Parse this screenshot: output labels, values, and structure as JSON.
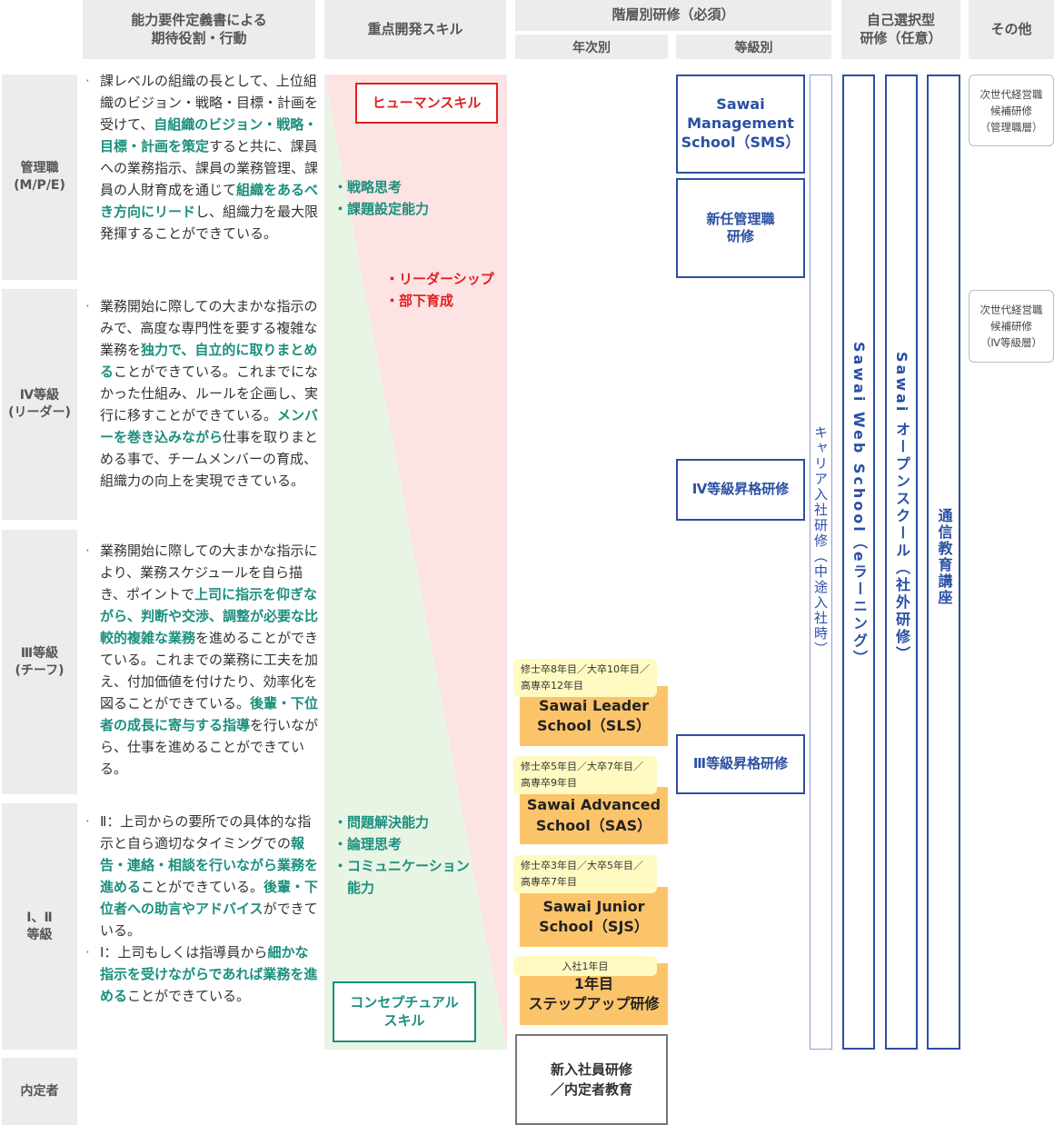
{
  "headers": {
    "col_role": "能力要件定義書による\n期待役割・行動",
    "col_skill": "重点開発スキル",
    "col_training": "階層別研修（必須）",
    "col_training_yearly": "年次別",
    "col_training_grade": "等級別",
    "col_selfselect": "自己選択型\n研修（任意）",
    "col_other": "その他"
  },
  "rows": {
    "manager": "管理職\n(M/P/E)",
    "grade4": "Ⅳ等級\n(リーダー)",
    "grade3": "Ⅲ等級\n(チーフ)",
    "grade12": "Ⅰ、Ⅱ\n等級",
    "candidate": "内定者"
  },
  "descriptions": {
    "manager": [
      {
        "t": "課レベルの組織の長として、上位組織のビジョン・戦略・目標・計画を受けて、"
      },
      {
        "t": "自組織のビジョン・戦略・目標・計画を策定",
        "h": true
      },
      {
        "t": "すると共に、課員への業務指示、課員の業務管理、課員の人財育成を通じて"
      },
      {
        "t": "組織をあるべき方向にリード",
        "h": true
      },
      {
        "t": "し、組織力を最大限発揮することができている。"
      }
    ],
    "grade4": [
      {
        "t": "業務開始に際しての大まかな指示のみで、高度な専門性を要する複雑な業務を"
      },
      {
        "t": "独力で、自立的に取りまとめる",
        "h": true
      },
      {
        "t": "ことができている。これまでになかった仕組み、ルールを企画し、実行に移すことができている。"
      },
      {
        "t": "メンバーを巻き込みながら",
        "h": true
      },
      {
        "t": "仕事を取りまとめる事で、チームメンバーの育成、組織力の向上を実現できている。"
      }
    ],
    "grade3": [
      {
        "t": "業務開始に際しての大まかな指示により、業務スケジュールを自ら描き、ポイントで"
      },
      {
        "t": "上司に指示を仰ぎながら、判断や交渉、調整が必要な比較的複雑な業務",
        "h": true
      },
      {
        "t": "を進めることができている。これまでの業務に工夫を加え、付加価値を付けたり、効率化を図ることができている。"
      },
      {
        "t": "後輩・下位者の成長に寄与する指導",
        "h": true
      },
      {
        "t": "を行いながら、仕事を進めることができている。"
      }
    ],
    "grade2": [
      {
        "t": "Ⅱ：上司からの要所での具体的な指示と自ら適切なタイミングでの"
      },
      {
        "t": "報告・連絡・相談を行いながら業務を進める",
        "h": true
      },
      {
        "t": "ことができている。"
      },
      {
        "t": "後輩・下位者への助言やアドバイス",
        "h": true
      },
      {
        "t": "ができている。"
      }
    ],
    "grade1": [
      {
        "t": "Ⅰ：上司もしくは指導員から"
      },
      {
        "t": "細かな指示を受けながらであれば業務を進める",
        "h": true
      },
      {
        "t": "ことができている。"
      }
    ]
  },
  "skills": {
    "human": "ヒューマンスキル",
    "concept_list": [
      "・戦略思考",
      "・課題設定能力"
    ],
    "leader_list": [
      "・リーダーシップ",
      "・部下育成"
    ],
    "problem_list": [
      "・問題解決能力",
      "・論理思考",
      "・コミュニケーション",
      "　能力"
    ],
    "conceptual": "コンセプチュアル\nスキル"
  },
  "yearly": [
    {
      "tag": "修士卒8年目／大卒10年目／\n高専卒12年目",
      "name": "Sawai Leader\nSchool（SLS）"
    },
    {
      "tag": "修士卒5年目／大卒7年目／\n高専卒9年目",
      "name": "Sawai Advanced\nSchool（SAS）"
    },
    {
      "tag": "修士卒3年目／大卒5年目／\n高専卒7年目",
      "name": "Sawai Junior\nSchool（SJS）"
    },
    {
      "tag": "入社1年目",
      "name": "1年目\nステップアップ研修"
    }
  ],
  "newhire": "新入社員研修\n／内定者教育",
  "grade_training": {
    "sms": "Sawai\nManagement\nSchool（SMS）",
    "new_manager": "新任管理職\n研修",
    "g4": "Ⅳ等級昇格研修",
    "g3": "Ⅲ等級昇格研修"
  },
  "career": "キャリア入社研修（中途入社時）",
  "self_select": {
    "web": "Sawai Web School（eラーニング）",
    "open": "Sawai オープンスクール（社外研修）",
    "corr": "通信教育講座"
  },
  "other": {
    "mgr": "次世代経営職\n候補研修\n（管理職層）",
    "g4": "次世代経営職\n候補研修\n（Ⅳ等級層）"
  },
  "colors": {
    "green": "#1a8f7e",
    "red": "#e02020",
    "blue": "#2b4fa3",
    "orange": "#fcc46a",
    "yellow": "#fffac2"
  }
}
